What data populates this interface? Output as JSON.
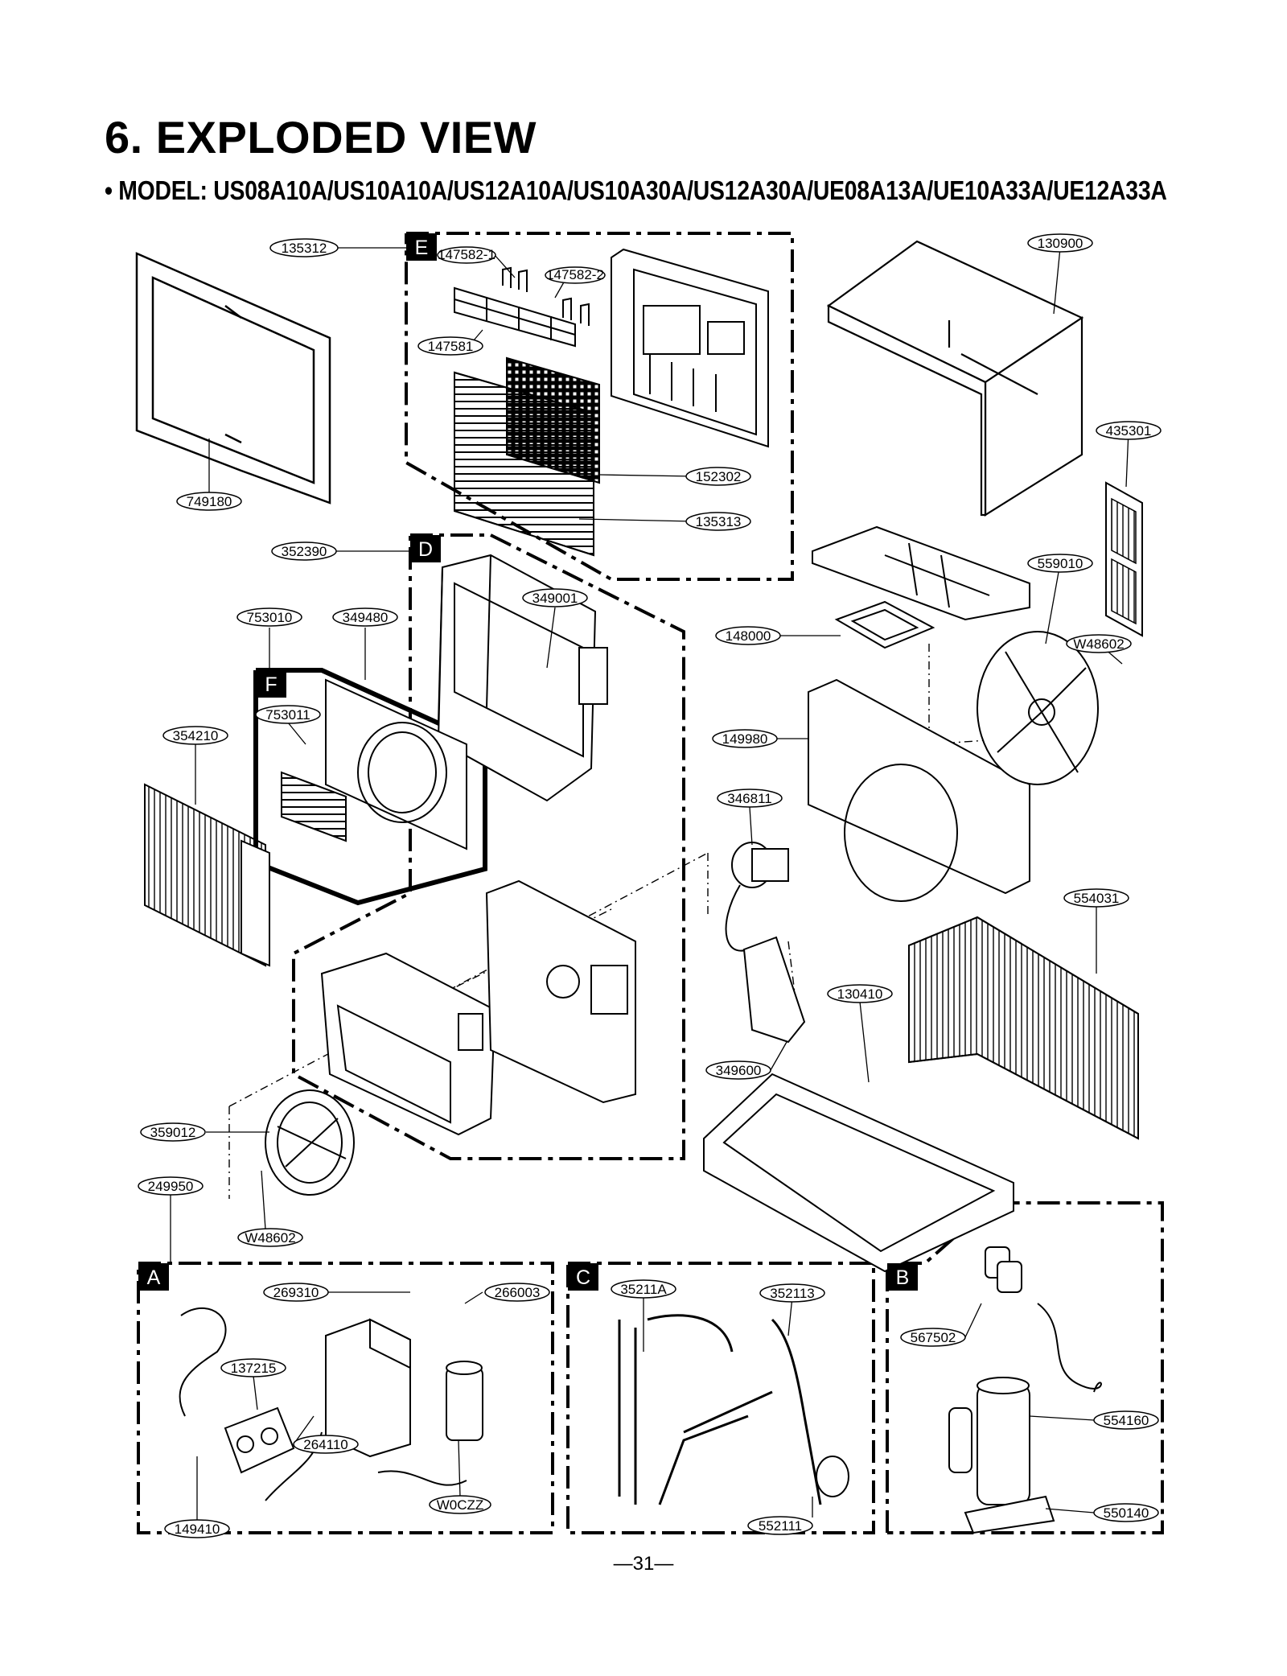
{
  "page": {
    "title": "6. EXPLODED VIEW",
    "model_line": "• MODEL: US08A10A/US10A10A/US12A10A/US10A30A/US12A30A/UE08A13A/UE10A33A/UE12A33A",
    "page_number": "—31—"
  },
  "sections": {
    "A": "A",
    "B": "B",
    "C": "C",
    "D": "D",
    "E": "E",
    "F": "F"
  },
  "part_labels": {
    "p135312": "135312",
    "p147582_1": "147582-1",
    "p147582_2": "147582-2",
    "p147581": "147581",
    "p152302": "152302",
    "p135313": "135313",
    "p130900": "130900",
    "p749180": "749180",
    "p435301": "435301",
    "p352390": "352390",
    "p349001": "349001",
    "p559010": "559010",
    "p753010": "753010",
    "p349480": "349480",
    "p148000": "148000",
    "p753011": "753011",
    "pW48602a": "W48602",
    "p354210": "354210",
    "p149980": "149980",
    "p346811": "346811",
    "p554031": "554031",
    "p130410": "130410",
    "p349600": "349600",
    "p359012": "359012",
    "p249950": "249950",
    "pW48602b": "W48602",
    "p269310": "269310",
    "p266003": "266003",
    "p35211A": "35211A",
    "p352113": "352113",
    "p567502": "567502",
    "p137215": "137215",
    "p554160": "554160",
    "p264110": "264110",
    "pW0CZZ": "W0CZZ",
    "p550140": "550140",
    "p149410": "149410",
    "p552111": "552111"
  }
}
